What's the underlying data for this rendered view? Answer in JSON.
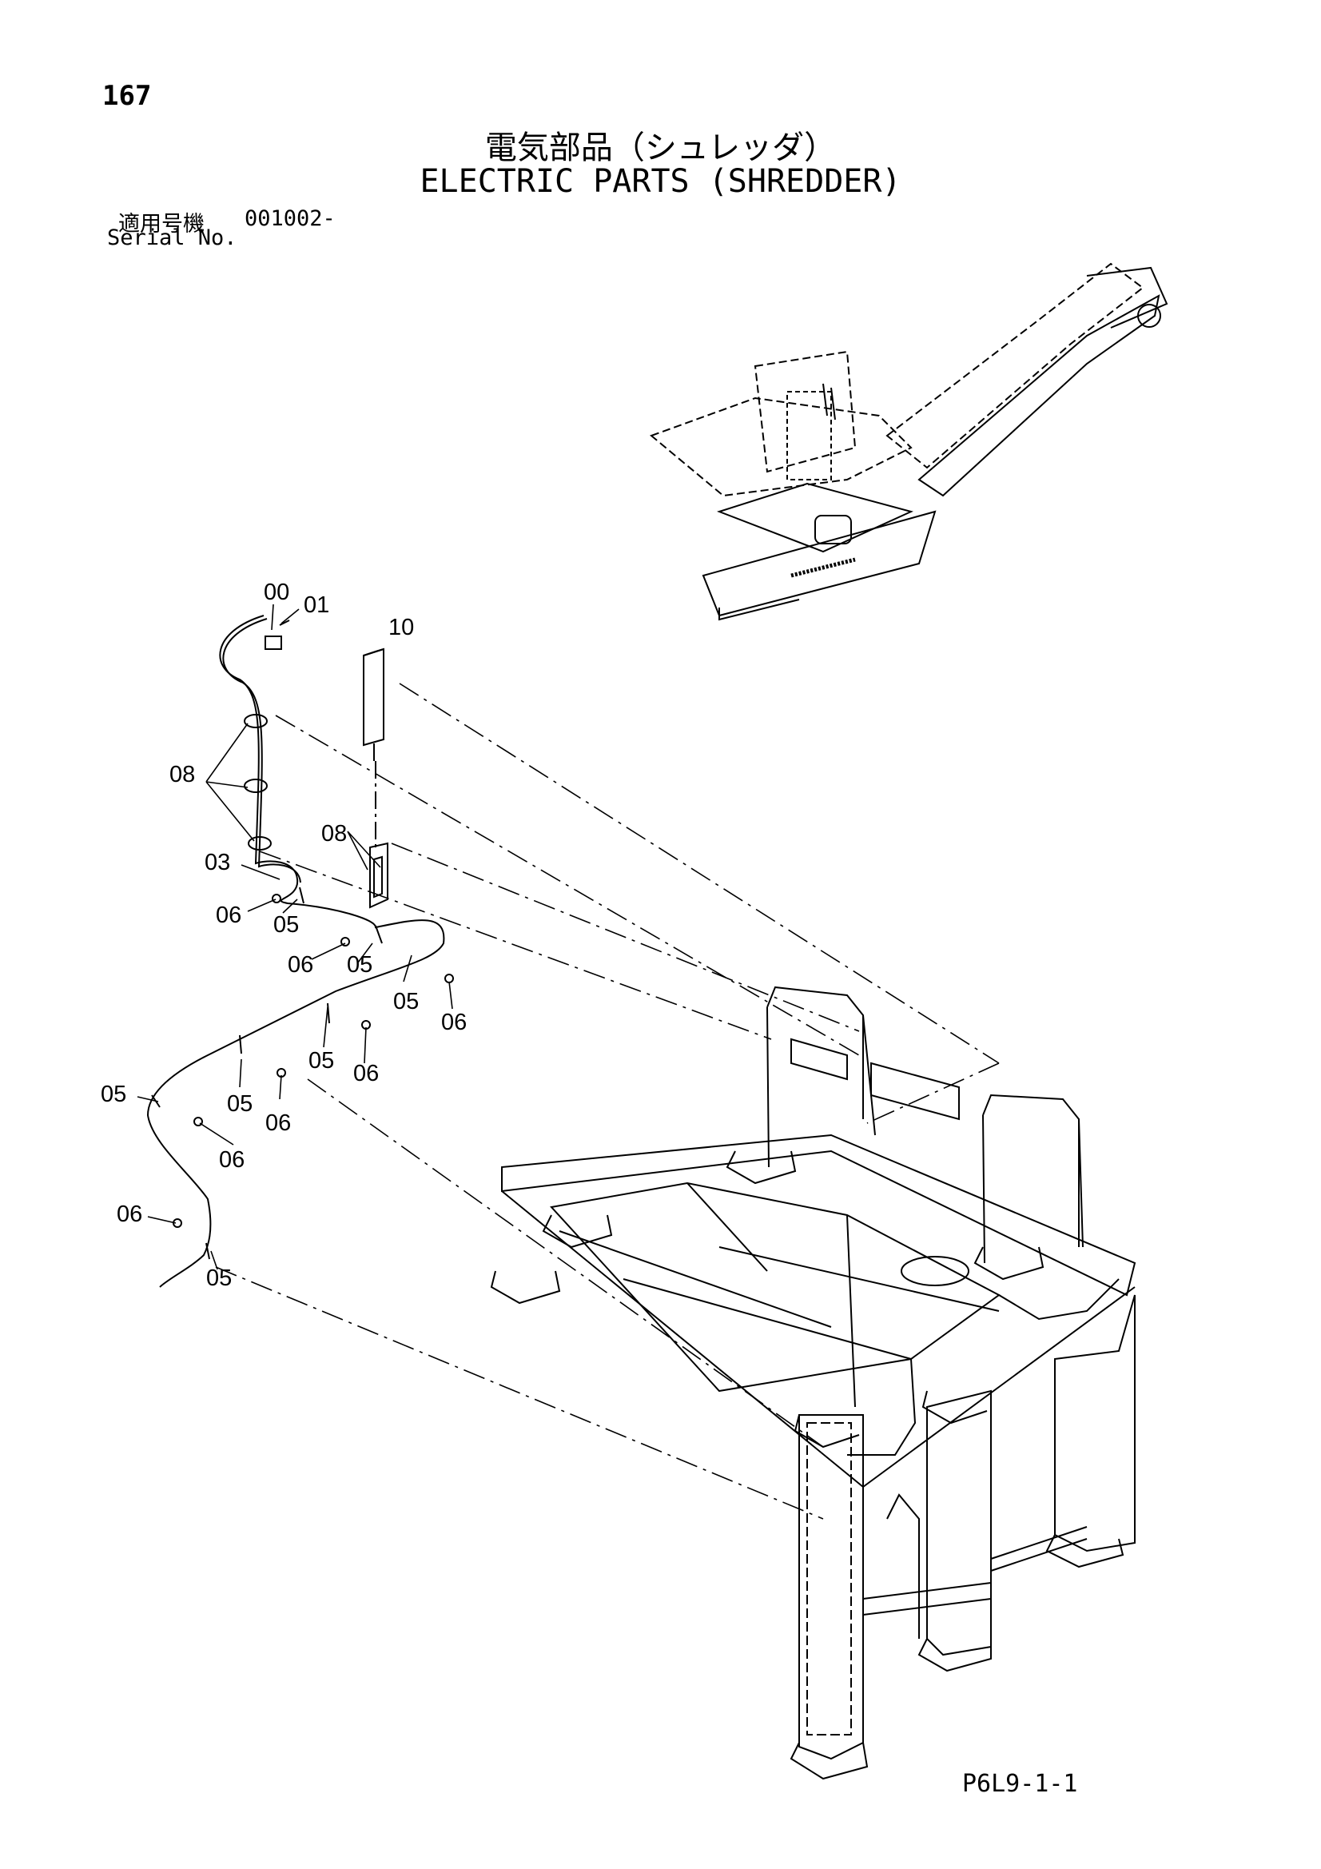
{
  "header": {
    "page_number": "167",
    "title_jp": "電気部品（シュレッダ）",
    "title_en": "ELECTRIC PARTS (SHREDDER)",
    "serial_label_jp": "適用号機",
    "serial_value": "001002-",
    "serial_label_en": "Serial No."
  },
  "callouts": [
    {
      "id": "callout-00a",
      "text": "00"
    },
    {
      "id": "callout-01",
      "text": "01"
    },
    {
      "id": "callout-10",
      "text": "10"
    },
    {
      "id": "callout-08a",
      "text": "08"
    },
    {
      "id": "callout-08b",
      "text": "08"
    },
    {
      "id": "callout-03",
      "text": "03"
    },
    {
      "id": "callout-06a",
      "text": "06"
    },
    {
      "id": "callout-05a",
      "text": "05"
    },
    {
      "id": "callout-06b",
      "text": "06"
    },
    {
      "id": "callout-05b",
      "text": "05"
    },
    {
      "id": "callout-05c",
      "text": "05"
    },
    {
      "id": "callout-06c",
      "text": "06"
    },
    {
      "id": "callout-05d",
      "text": "05"
    },
    {
      "id": "callout-06d",
      "text": "06"
    },
    {
      "id": "callout-05e",
      "text": "05"
    },
    {
      "id": "callout-05f",
      "text": "05"
    },
    {
      "id": "callout-06e",
      "text": "06"
    },
    {
      "id": "callout-06f",
      "text": "06"
    },
    {
      "id": "callout-06g",
      "text": "06"
    },
    {
      "id": "callout-05g",
      "text": "05"
    }
  ],
  "footer": {
    "figure_code": "P6L9-1-1"
  }
}
